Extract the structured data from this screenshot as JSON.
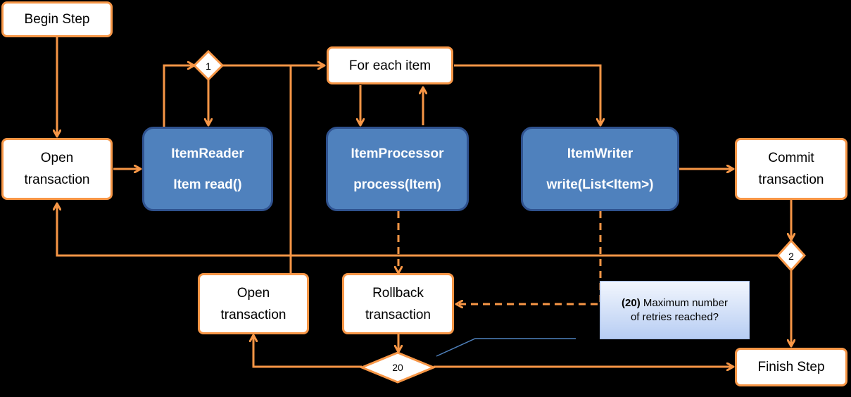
{
  "colors": {
    "background": "#000000",
    "flow_line": "#f79646",
    "node_fill": "#ffffff",
    "component_fill": "#4f81bd",
    "component_border": "#2f528f",
    "note_fill_top": "#f2f6fd",
    "note_fill_bottom": "#b7cdf3"
  },
  "nodes": {
    "begin_step": "Begin Step",
    "open_transaction_1": [
      "Open",
      "transaction"
    ],
    "for_each_item": "For each item",
    "commit_transaction": [
      "Commit",
      "transaction"
    ],
    "open_transaction_2": [
      "Open",
      "transaction"
    ],
    "rollback_transaction": [
      "Rollback",
      "transaction"
    ],
    "finish_step": "Finish Step"
  },
  "components": {
    "reader": {
      "title": "ItemReader",
      "method": "Item read()"
    },
    "processor": {
      "title": "ItemProcessor",
      "method": "process(Item)"
    },
    "writer": {
      "title": "ItemWriter",
      "method": "write(List<Item>)"
    }
  },
  "decisions": {
    "d1": "1",
    "d2": "2",
    "d20": "20"
  },
  "note": {
    "code": "(20)",
    "text_line1": "Maximum number",
    "text_line2": "of retries reached?"
  }
}
